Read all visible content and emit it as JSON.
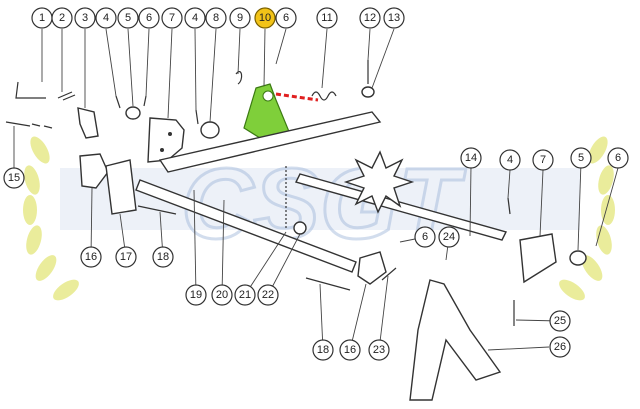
{
  "diagram": {
    "highlight_color": "#f2c318",
    "part_color": "#7fcf3a",
    "link_color": "#e02020",
    "watermark_color": "#9db4d9",
    "watermark_text": "CSGT",
    "callouts": [
      {
        "id": "c1",
        "label": "1"
      },
      {
        "id": "c2",
        "label": "2"
      },
      {
        "id": "c3",
        "label": "3"
      },
      {
        "id": "c4a",
        "label": "4"
      },
      {
        "id": "c5a",
        "label": "5"
      },
      {
        "id": "c6a",
        "label": "6"
      },
      {
        "id": "c7a",
        "label": "7"
      },
      {
        "id": "c4b",
        "label": "4"
      },
      {
        "id": "c8",
        "label": "8"
      },
      {
        "id": "c9",
        "label": "9"
      },
      {
        "id": "c10",
        "label": "10",
        "highlight": true
      },
      {
        "id": "c6b",
        "label": "6"
      },
      {
        "id": "c11",
        "label": "11"
      },
      {
        "id": "c12",
        "label": "12"
      },
      {
        "id": "c13",
        "label": "13"
      },
      {
        "id": "c15",
        "label": "15"
      },
      {
        "id": "c14",
        "label": "14"
      },
      {
        "id": "c4c",
        "label": "4"
      },
      {
        "id": "c7b",
        "label": "7"
      },
      {
        "id": "c5b",
        "label": "5"
      },
      {
        "id": "c6c",
        "label": "6"
      },
      {
        "id": "c6d",
        "label": "6"
      },
      {
        "id": "c24",
        "label": "24"
      },
      {
        "id": "c16a",
        "label": "16"
      },
      {
        "id": "c17",
        "label": "17"
      },
      {
        "id": "c18a",
        "label": "18"
      },
      {
        "id": "c19",
        "label": "19"
      },
      {
        "id": "c20",
        "label": "20"
      },
      {
        "id": "c21",
        "label": "21"
      },
      {
        "id": "c22",
        "label": "22"
      },
      {
        "id": "c18b",
        "label": "18"
      },
      {
        "id": "c16b",
        "label": "16"
      },
      {
        "id": "c23",
        "label": "23"
      },
      {
        "id": "c25",
        "label": "25"
      },
      {
        "id": "c26",
        "label": "26"
      }
    ]
  }
}
